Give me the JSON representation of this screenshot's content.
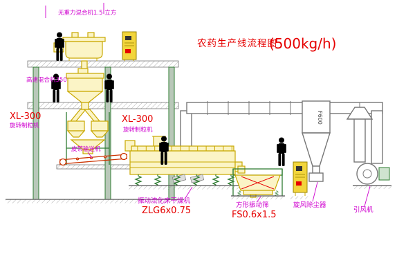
{
  "title": {
    "text": "农药生产线流程图",
    "capacity": "(500kg/h)"
  },
  "equipment_labels": {
    "gravity_mixer": "无重力混合机1.5 立方",
    "high_speed_mixer": "高速混合机350",
    "granulator_left_model": "XL-300",
    "granulator_left_name": "旋转制粒机",
    "granulator_right_model": "XL-300",
    "granulator_right_name": "旋转制粒机",
    "belt_conveyor": "皮带输送机",
    "dryer_name": "振动流化床干燥机",
    "dryer_model": "ZLG6x0.75",
    "sieve_name": "方形振动筛",
    "sieve_model": "FS0.6x1.5",
    "cyclone_name": "旋风除尘器",
    "cyclone_tag": "F600",
    "fan_name": "引风机"
  },
  "colors": {
    "label": "#cf00cf",
    "model": "#e60000",
    "equip": "#c9a800",
    "equip_fill": "#fbf4c6",
    "cabinet": "#f2d53c",
    "green": "#2f7d32",
    "duct": "#777777",
    "conveyor": "#cc3300",
    "person": "#8d8d8d"
  }
}
